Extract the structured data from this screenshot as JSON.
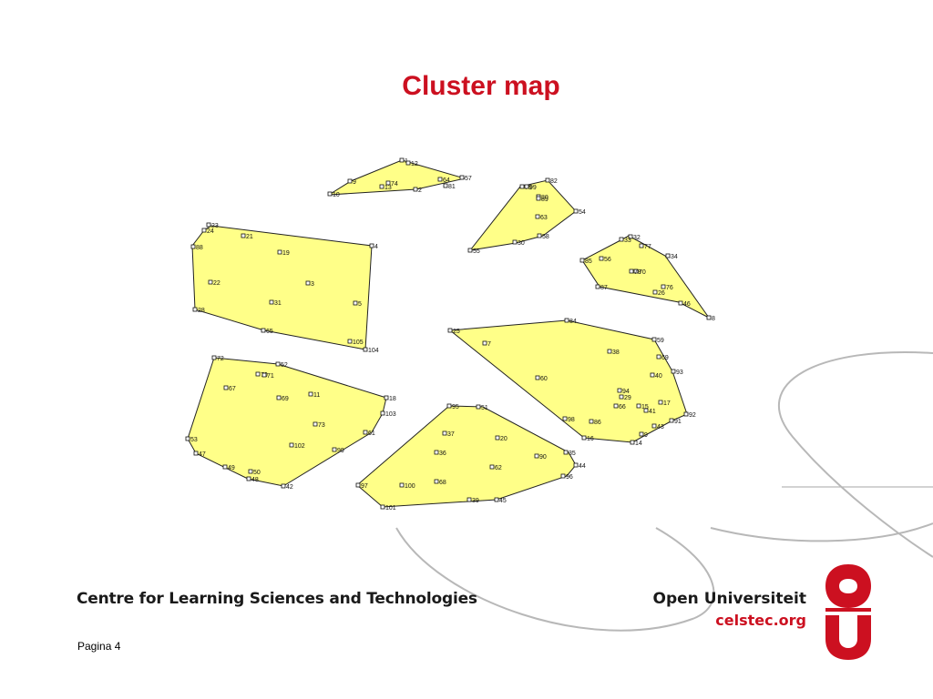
{
  "slide": {
    "title": "Cluster map",
    "footer_left": "Centre for Learning Sciences and Technologies",
    "org_name": "Open Universiteit",
    "org_site": "celstec.org",
    "page_label": "Pagina 4"
  },
  "colors": {
    "title": "#cc1020",
    "cluster_fill": "#ffff88",
    "cluster_stroke": "#222222",
    "logo": "#cc1020",
    "swoosh": "#b8b8b8"
  },
  "clusters": [
    {
      "id": "cluster-1",
      "points": [
        [
          "1",
          ""
        ],
        [
          "12",
          ""
        ],
        [
          "9",
          ""
        ],
        [
          "74",
          ""
        ],
        [
          "13",
          ""
        ],
        [
          "64",
          ""
        ],
        [
          "57",
          ""
        ],
        [
          "81",
          ""
        ],
        [
          "2",
          ""
        ],
        [
          "10",
          ""
        ]
      ]
    },
    {
      "id": "cluster-2",
      "points": [
        [
          "82",
          ""
        ],
        [
          "79",
          ""
        ],
        [
          "99",
          ""
        ],
        [
          "80",
          ""
        ],
        [
          "89",
          ""
        ],
        [
          "63",
          ""
        ],
        [
          "54",
          ""
        ],
        [
          "58",
          ""
        ],
        [
          "30",
          ""
        ],
        [
          "55",
          ""
        ]
      ]
    },
    {
      "id": "cluster-3",
      "points": [
        [
          "23",
          ""
        ],
        [
          "24",
          ""
        ],
        [
          "21",
          ""
        ],
        [
          "88",
          ""
        ],
        [
          "19",
          ""
        ],
        [
          "4",
          ""
        ],
        [
          "22",
          ""
        ],
        [
          "3",
          ""
        ],
        [
          "31",
          ""
        ],
        [
          "5",
          ""
        ],
        [
          "28",
          ""
        ],
        [
          "65",
          ""
        ],
        [
          "105",
          ""
        ],
        [
          "104",
          ""
        ]
      ]
    },
    {
      "id": "cluster-4",
      "points": [
        [
          "32",
          ""
        ],
        [
          "33",
          ""
        ],
        [
          "77",
          ""
        ],
        [
          "34",
          ""
        ],
        [
          "85",
          ""
        ],
        [
          "56",
          ""
        ],
        [
          "70",
          ""
        ],
        [
          "78",
          ""
        ],
        [
          "87",
          ""
        ],
        [
          "76",
          ""
        ],
        [
          "26",
          ""
        ],
        [
          "46",
          ""
        ],
        [
          "8",
          ""
        ]
      ]
    },
    {
      "id": "cluster-5",
      "points": [
        [
          "84",
          ""
        ],
        [
          "25",
          ""
        ],
        [
          "7",
          ""
        ],
        [
          "59",
          ""
        ],
        [
          "38",
          ""
        ],
        [
          "69",
          ""
        ],
        [
          "93",
          ""
        ],
        [
          "40",
          ""
        ],
        [
          "60",
          ""
        ],
        [
          "94",
          ""
        ],
        [
          "29",
          ""
        ],
        [
          "66",
          ""
        ],
        [
          "15",
          ""
        ],
        [
          "17",
          ""
        ],
        [
          "41",
          ""
        ],
        [
          "92",
          ""
        ],
        [
          "91",
          ""
        ],
        [
          "98",
          ""
        ],
        [
          "86",
          ""
        ],
        [
          "43",
          ""
        ],
        [
          "9",
          ""
        ],
        [
          "16",
          ""
        ],
        [
          "14",
          ""
        ]
      ]
    },
    {
      "id": "cluster-6",
      "points": [
        [
          "72",
          ""
        ],
        [
          "52",
          ""
        ],
        [
          "70",
          ""
        ],
        [
          "71",
          ""
        ],
        [
          "67",
          ""
        ],
        [
          "11",
          ""
        ],
        [
          "69",
          ""
        ],
        [
          "18",
          ""
        ],
        [
          "103",
          ""
        ],
        [
          "73",
          ""
        ],
        [
          "61",
          ""
        ],
        [
          "53",
          ""
        ],
        [
          "102",
          ""
        ],
        [
          "99",
          ""
        ],
        [
          "47",
          ""
        ],
        [
          "49",
          ""
        ],
        [
          "50",
          ""
        ],
        [
          "48",
          ""
        ],
        [
          "42",
          ""
        ]
      ]
    },
    {
      "id": "cluster-7",
      "points": [
        [
          "95",
          ""
        ],
        [
          "51",
          ""
        ],
        [
          "37",
          ""
        ],
        [
          "20",
          ""
        ],
        [
          "36",
          ""
        ],
        [
          "35",
          ""
        ],
        [
          "90",
          ""
        ],
        [
          "44",
          ""
        ],
        [
          "62",
          ""
        ],
        [
          "96",
          ""
        ],
        [
          "97",
          ""
        ],
        [
          "100",
          ""
        ],
        [
          "68",
          ""
        ],
        [
          "39",
          ""
        ],
        [
          "45",
          ""
        ],
        [
          "101",
          ""
        ]
      ]
    }
  ]
}
